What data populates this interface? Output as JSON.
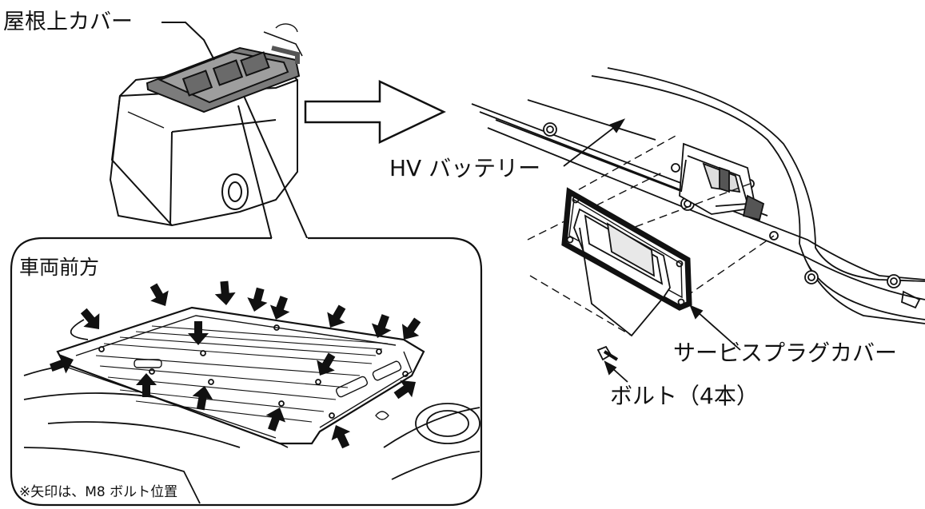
{
  "labels": {
    "roof_cover": "屋根上カバー",
    "hv_battery": "HV バッテリー",
    "vehicle_front": "車両前方",
    "service_plug_cover": "サービスプラグカバー",
    "bolts": "ボルト（4本）",
    "note": "※矢印は、M8 ボルト位置"
  },
  "colors": {
    "line": "#111111",
    "shade": "#8a8a8a",
    "light_shade": "#d9d9d9",
    "background": "#ffffff"
  },
  "icons": {
    "bolt_arrows": "arrow-icon",
    "direction_arrow": "hollow-arrow-icon"
  }
}
